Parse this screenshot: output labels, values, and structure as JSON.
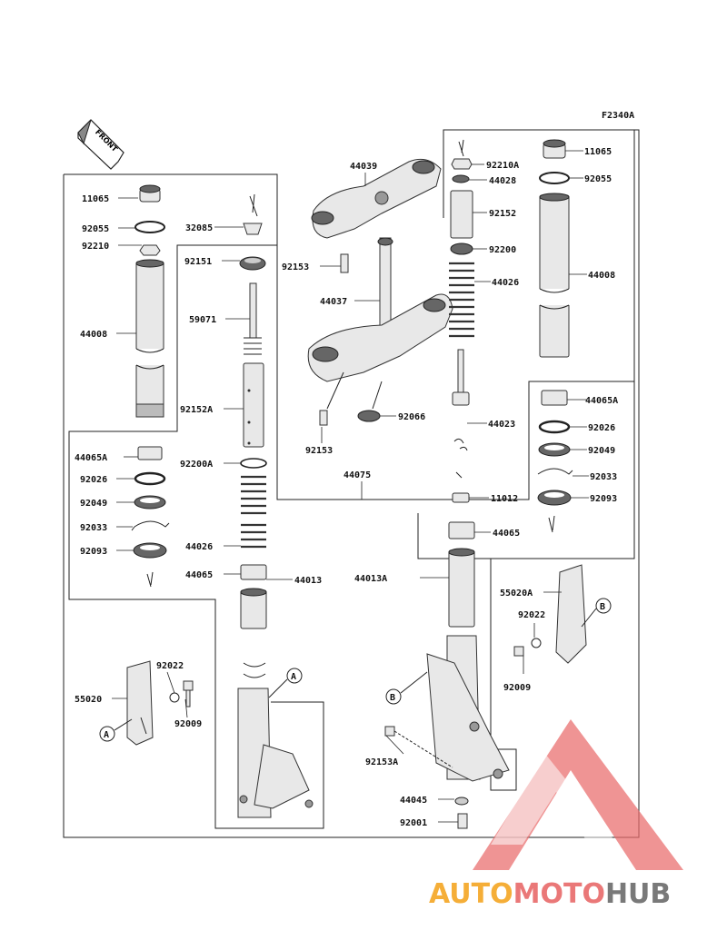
{
  "diagram_code": "F2340A",
  "front_label": "FRONT",
  "letters": {
    "a": "A",
    "b": "B"
  },
  "labels": {
    "l11065": "11065",
    "l92055": "92055",
    "l92210": "92210",
    "l44008": "44008",
    "l44065A": "44065A",
    "l92026": "92026",
    "l92049": "92049",
    "l92033": "92033",
    "l92093": "92093",
    "l32085": "32085",
    "l92151": "92151",
    "l59071": "59071",
    "l92152A": "92152A",
    "l92200A": "92200A",
    "l44026": "44026",
    "l44065": "44065",
    "l44013": "44013",
    "l55020": "55020",
    "l92022": "92022",
    "l92009": "92009",
    "l44039": "44039",
    "l92153": "92153",
    "l44037": "44037",
    "l92066": "92066",
    "l44075": "44075",
    "l92210A": "92210A",
    "l44028": "44028",
    "l92152": "92152",
    "l92200": "92200",
    "l44023": "44023",
    "l11012": "11012",
    "l44013A": "44013A",
    "l92153A": "92153A",
    "l44045": "44045",
    "l92001": "92001",
    "l55020A": "55020A"
  },
  "watermark": {
    "part1": "AUTO",
    "part2": "MOTO",
    "part3": "HUB",
    "color_orange": "#f5a623",
    "color_red": "#e86a6a",
    "color_gray": "#6b6b6b"
  }
}
